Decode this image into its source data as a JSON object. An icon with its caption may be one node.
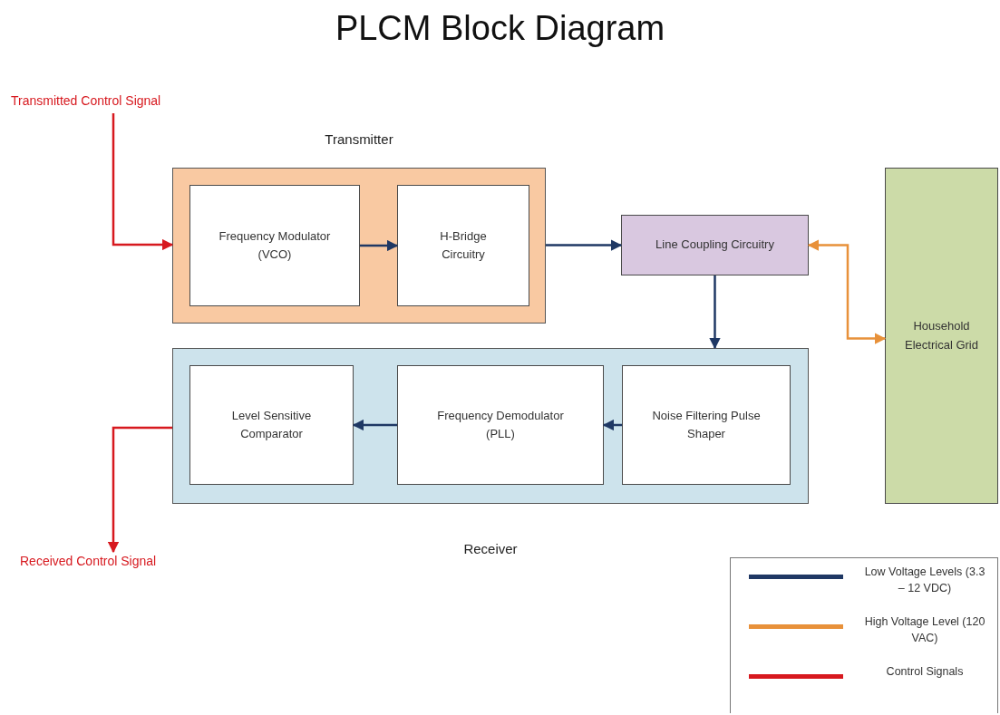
{
  "diagram": {
    "title": "PLCM Block Diagram",
    "nodes": [
      {
        "text": [
          "Transmitted Control Signal"
        ]
      },
      {
        "text": [
          "Transmitter"
        ]
      },
      {
        "text": [
          "Frequency Modulator (VCO)"
        ],
        "in": 1
      },
      {
        "text": [
          "H-Bridge Circuitry"
        ],
        "in": 1
      },
      {
        "text": [
          "Line Coupling Circuitry"
        ]
      },
      {
        "text": [
          "Household Electrical Grid"
        ]
      },
      {
        "text": [
          "Receiver"
        ]
      },
      {
        "text": [
          "Level Sensitive Comparator"
        ],
        "in": 6
      },
      {
        "text": [
          "Frequency Demodulator (PLL)"
        ],
        "in": 6
      },
      {
        "text": [
          "Noise Filtering Pulse Shaper"
        ],
        "in": 6
      },
      {
        "text": [
          "Received Control Signal"
        ]
      }
    ],
    "edges": [
      {
        "from": 0,
        "to": 1,
        "arrow": "to",
        "color": "#d7191f"
      },
      {
        "from": 2,
        "to": 3,
        "arrow": "to"
      },
      {
        "from": 1,
        "to": 4,
        "arrow": "to"
      },
      {
        "from": 4,
        "to": 5,
        "arrow": "both",
        "color": "#e8913a"
      },
      {
        "from": 4,
        "to": 6,
        "arrow": "to"
      },
      {
        "from": 9,
        "to": 8,
        "arrow": "to"
      },
      {
        "from": 8,
        "to": 7,
        "arrow": "to"
      },
      {
        "from": 6,
        "to": 10,
        "arrow": "to",
        "color": "#d7191f"
      }
    ],
    "legend": [
      {
        "text": "Low Voltage Levels (3.3 – 12 VDC)",
        "color": "#1f3864"
      },
      {
        "text": "High Voltage Level (120 VAC)",
        "color": "#e8913a"
      },
      {
        "text": "Control Signals",
        "color": "#d7191f"
      }
    ]
  }
}
